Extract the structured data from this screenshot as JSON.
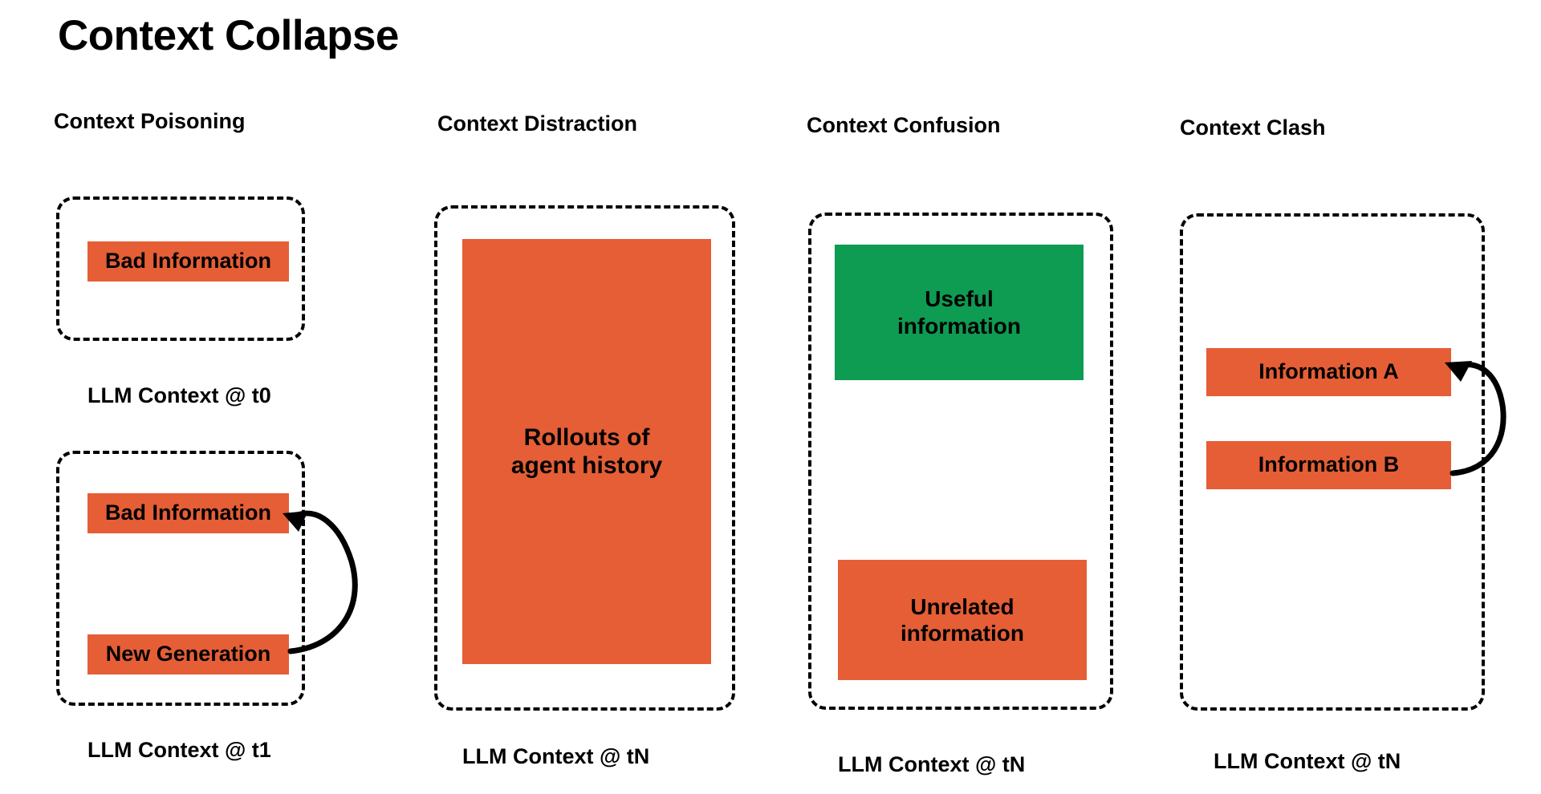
{
  "title": "Context Collapse",
  "theme": {
    "background": "#ffffff",
    "text": "#000000",
    "orange": "#E55E36",
    "green": "#0E9B52",
    "dashed_border": "#000000"
  },
  "columns": [
    {
      "id": "context-poisoning",
      "heading": "Context Poisoning",
      "panels": [
        {
          "id": "poisoning-t0",
          "caption": "LLM Context @ t0",
          "chips": [
            {
              "id": "bad-information-t0",
              "label": "Bad Information",
              "color": "orange"
            }
          ]
        },
        {
          "id": "poisoning-t1",
          "caption": "LLM Context @ t1",
          "chips": [
            {
              "id": "bad-information-t1",
              "label": "Bad Information",
              "color": "orange"
            },
            {
              "id": "new-generation",
              "label": "New Generation",
              "color": "orange"
            }
          ]
        }
      ],
      "arrow": {
        "id": "new-generation-to-bad-information",
        "from": "new-generation",
        "to": "bad-information-t1"
      }
    },
    {
      "id": "context-distraction",
      "heading": "Context Distraction",
      "panels": [
        {
          "id": "distraction-tn",
          "caption": "LLM Context @ tN",
          "chips": [
            {
              "id": "rollouts-of-agent-history",
              "label": "Rollouts of\nagent history",
              "color": "orange"
            }
          ]
        }
      ],
      "arrow": null
    },
    {
      "id": "context-confusion",
      "heading": "Context Confusion",
      "panels": [
        {
          "id": "confusion-tn",
          "caption": "LLM Context @ tN",
          "chips": [
            {
              "id": "useful-information",
              "label": "Useful\ninformation",
              "color": "green"
            },
            {
              "id": "unrelated-information",
              "label": "Unrelated\ninformation",
              "color": "orange"
            }
          ]
        }
      ],
      "arrow": null
    },
    {
      "id": "context-clash",
      "heading": "Context Clash",
      "panels": [
        {
          "id": "clash-tn",
          "caption": "LLM Context @ tN",
          "chips": [
            {
              "id": "information-a",
              "label": "Information A",
              "color": "orange"
            },
            {
              "id": "information-b",
              "label": "Information B",
              "color": "orange"
            }
          ]
        }
      ],
      "arrow": {
        "id": "information-b-to-information-a",
        "from": "information-b",
        "to": "information-a"
      }
    }
  ]
}
